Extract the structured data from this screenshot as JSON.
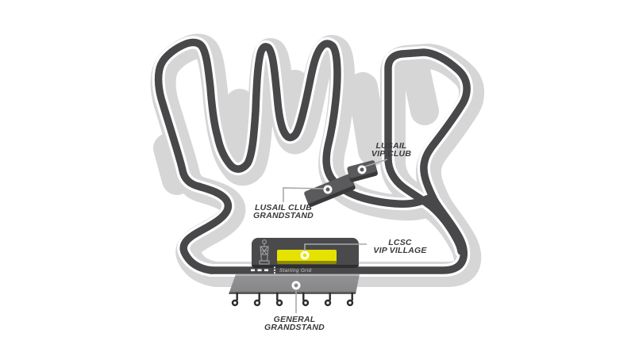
{
  "map": {
    "labels": {
      "vip_club": {
        "line1": "LUSAIL",
        "line2": "VIP CLUB"
      },
      "club_grandstand": {
        "line1": "LUSAIL CLUB",
        "line2": "GRANDSTAND"
      },
      "vip_village": {
        "line1": "LCSC",
        "line2": "VIP VILLAGE"
      },
      "general_grandstand": {
        "line1": "GENERAL",
        "line2": "GRANDSTAND"
      },
      "starting_grid": "Starting Grid"
    },
    "zones": [
      {
        "name": "lusail-vip-club",
        "marked": true
      },
      {
        "name": "lusail-club-grandstand",
        "marked": true
      },
      {
        "name": "lcsc-vip-village",
        "marked": true
      },
      {
        "name": "general-grandstand",
        "marked": true
      }
    ],
    "icons": {
      "tower": "circuit-tower-icon",
      "supports": "grandstand-support-hook-icon",
      "start_line": "start-finish-dotted-line",
      "pit_marks": "pit-exit-dashes"
    },
    "colors": {
      "track": "#48484a",
      "track_casing": "#ffffff",
      "runoff_halo": "#d6d6d6",
      "building": "#4a4a4c",
      "building_edge": "#2f2f31",
      "stand_top": "#5a5a5c",
      "stand_side": "#39393b",
      "grandstand_fill": "#87878a",
      "vip_village_yellow": "#e6e200",
      "vip_village_shade": "#8f8b00",
      "label_text": "#39393b",
      "leader_line": "#a8a8aa",
      "marker_ring": "#ffffff",
      "support_hook": "#2c2c2c",
      "grid_text": "#c9c9c9"
    }
  }
}
